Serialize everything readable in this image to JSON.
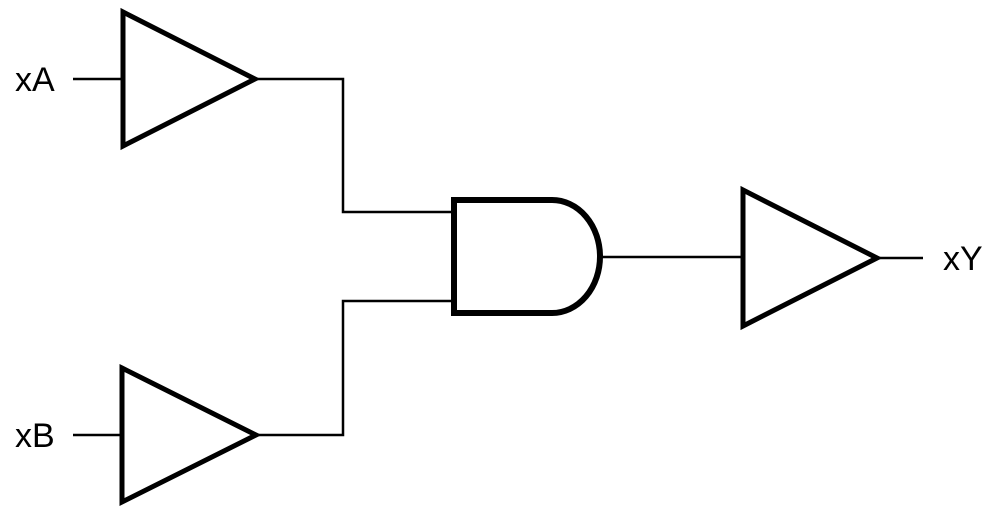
{
  "diagram": {
    "background_color": "#ffffff",
    "line_color": "#000000",
    "inputs": [
      {
        "label": "xA",
        "gate": "buffer"
      },
      {
        "label": "xB",
        "gate": "buffer"
      }
    ],
    "logic_gate": {
      "type": "AND"
    },
    "output": {
      "label": "xY",
      "gate": "buffer"
    }
  }
}
